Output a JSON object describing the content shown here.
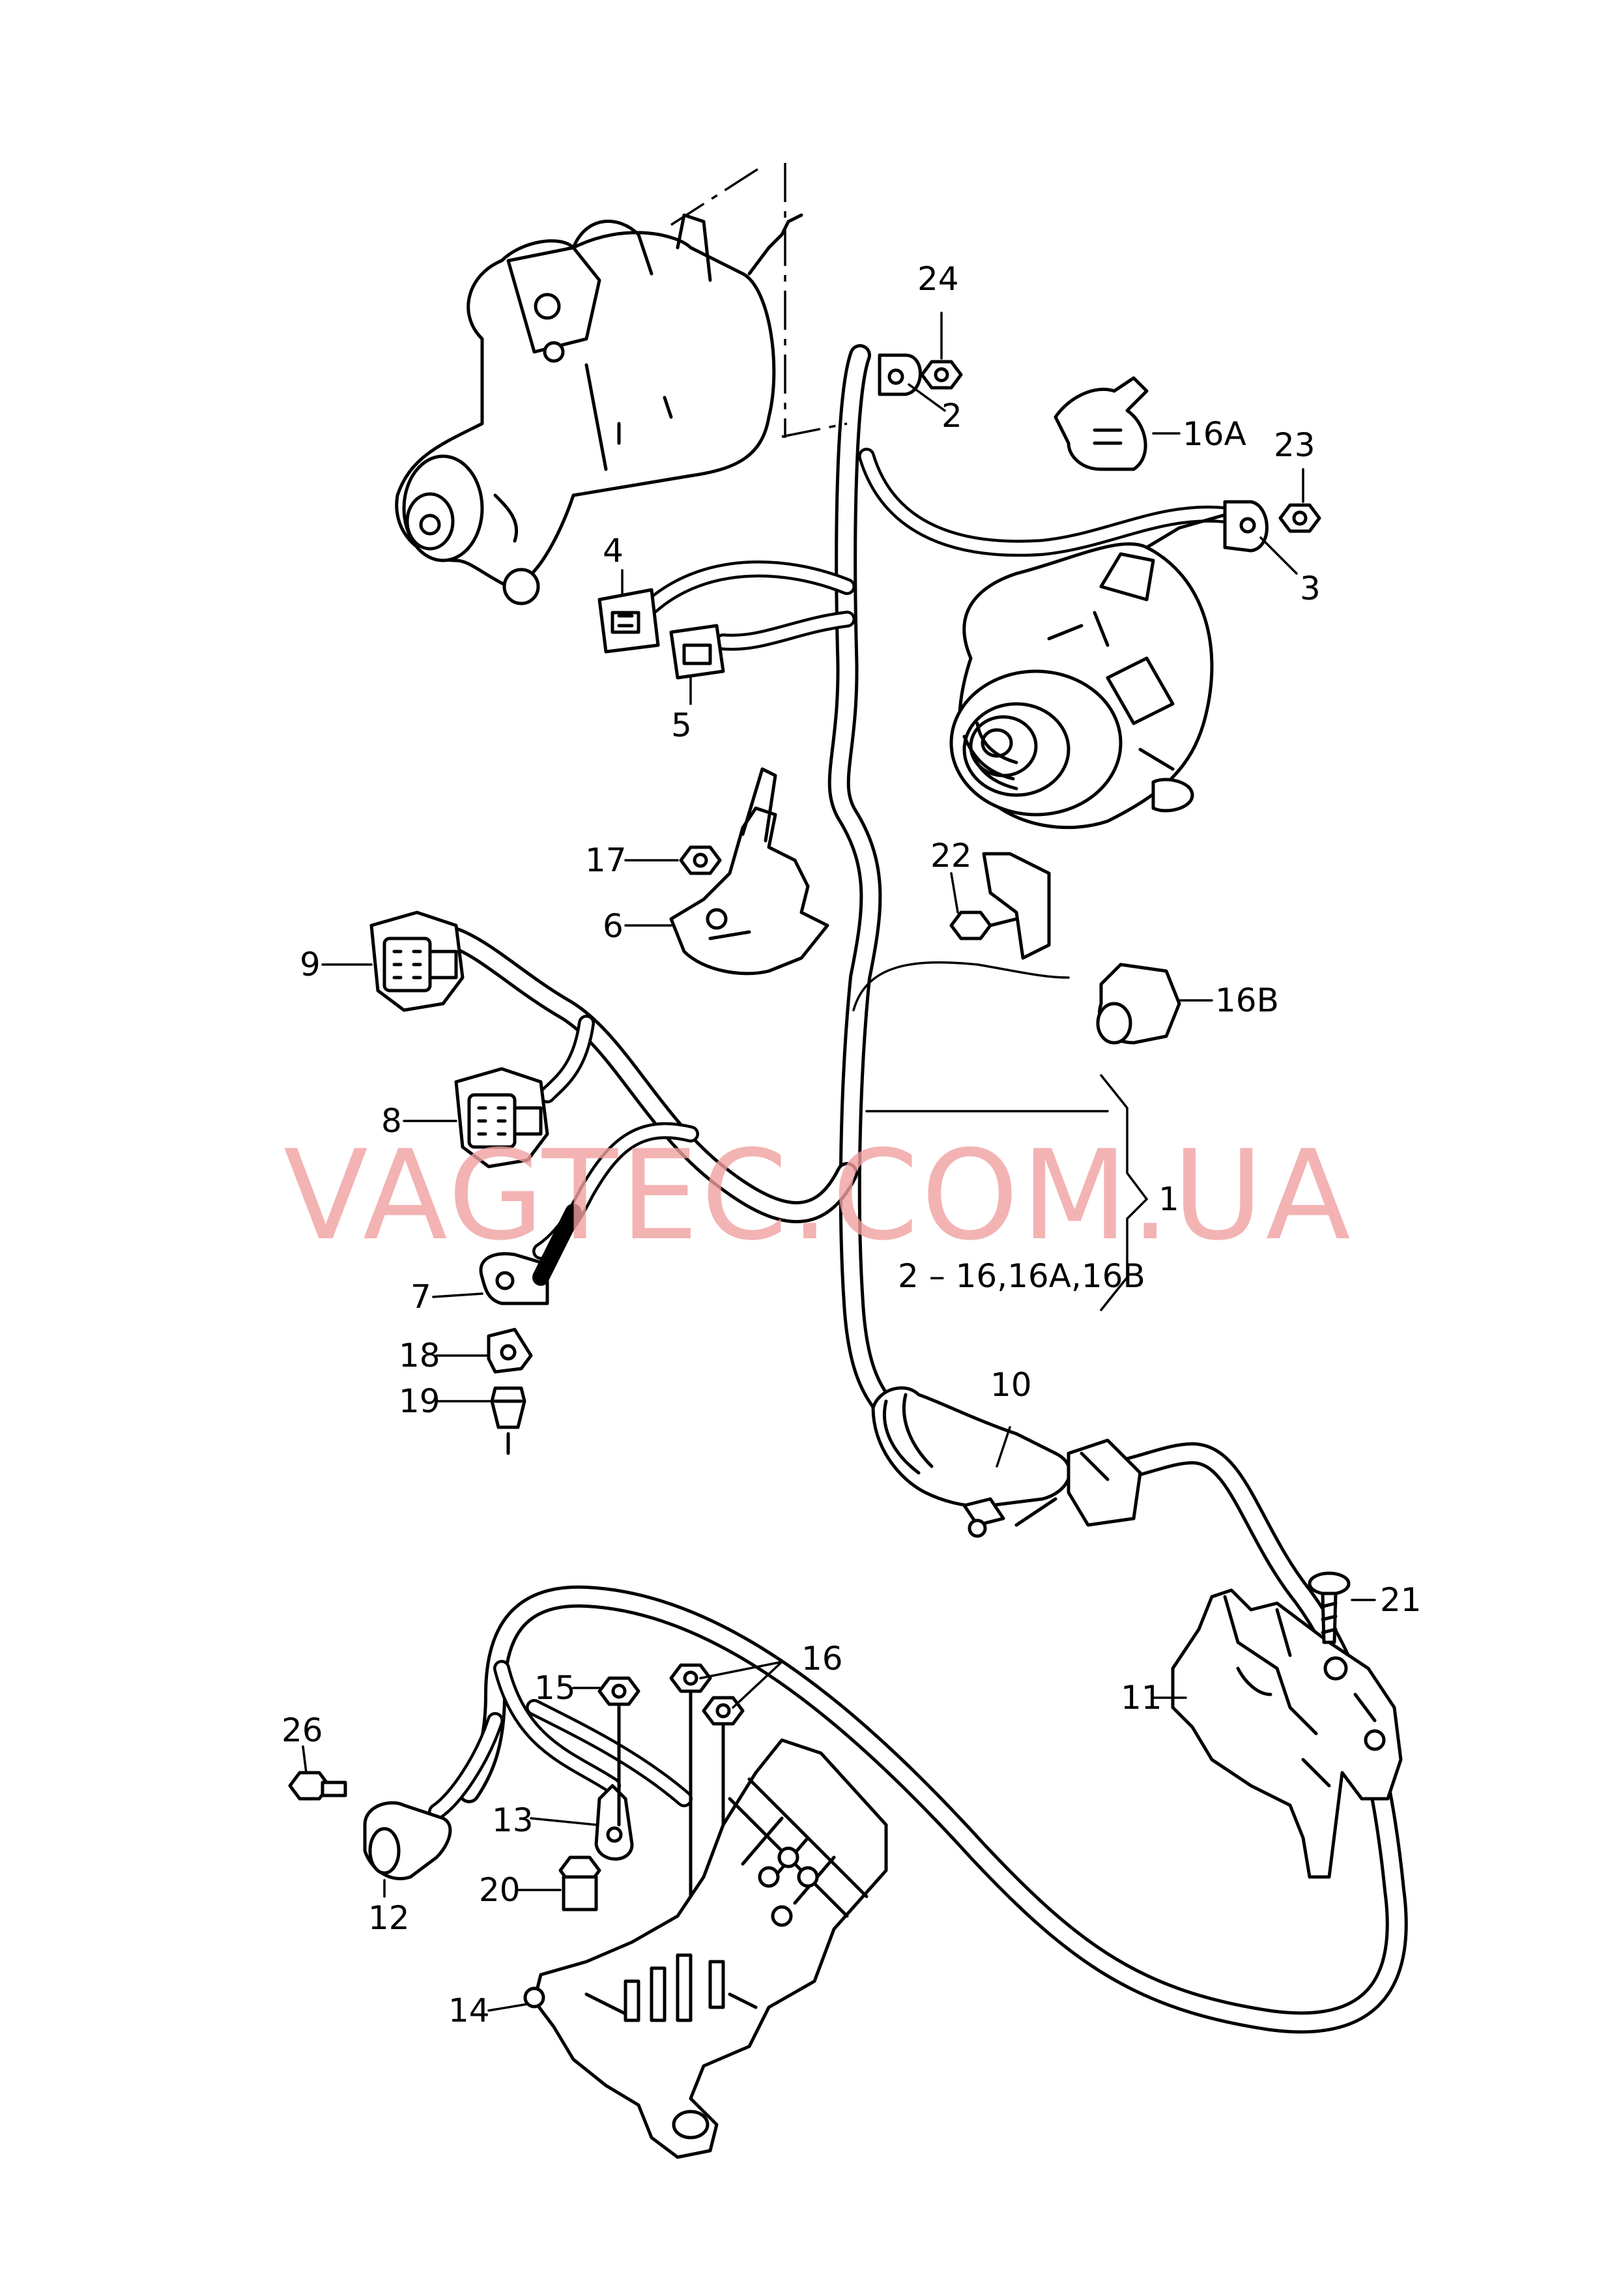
{
  "watermark": "VAGTEC.COM.UA",
  "callouts": {
    "c1": "1",
    "c1_range": "2 – 16,16A,16B",
    "c2": "2",
    "c3": "3",
    "c4": "4",
    "c5": "5",
    "c6": "6",
    "c7": "7",
    "c8": "8",
    "c9": "9",
    "c10": "10",
    "c11": "11",
    "c12": "12",
    "c13": "13",
    "c14": "14",
    "c15": "15",
    "c16": "16",
    "c16a": "16A",
    "c16b": "16B",
    "c17": "17",
    "c18": "18",
    "c19": "19",
    "c20": "20",
    "c21": "21",
    "c22": "22",
    "c23": "23",
    "c24": "24",
    "c26": "26"
  }
}
